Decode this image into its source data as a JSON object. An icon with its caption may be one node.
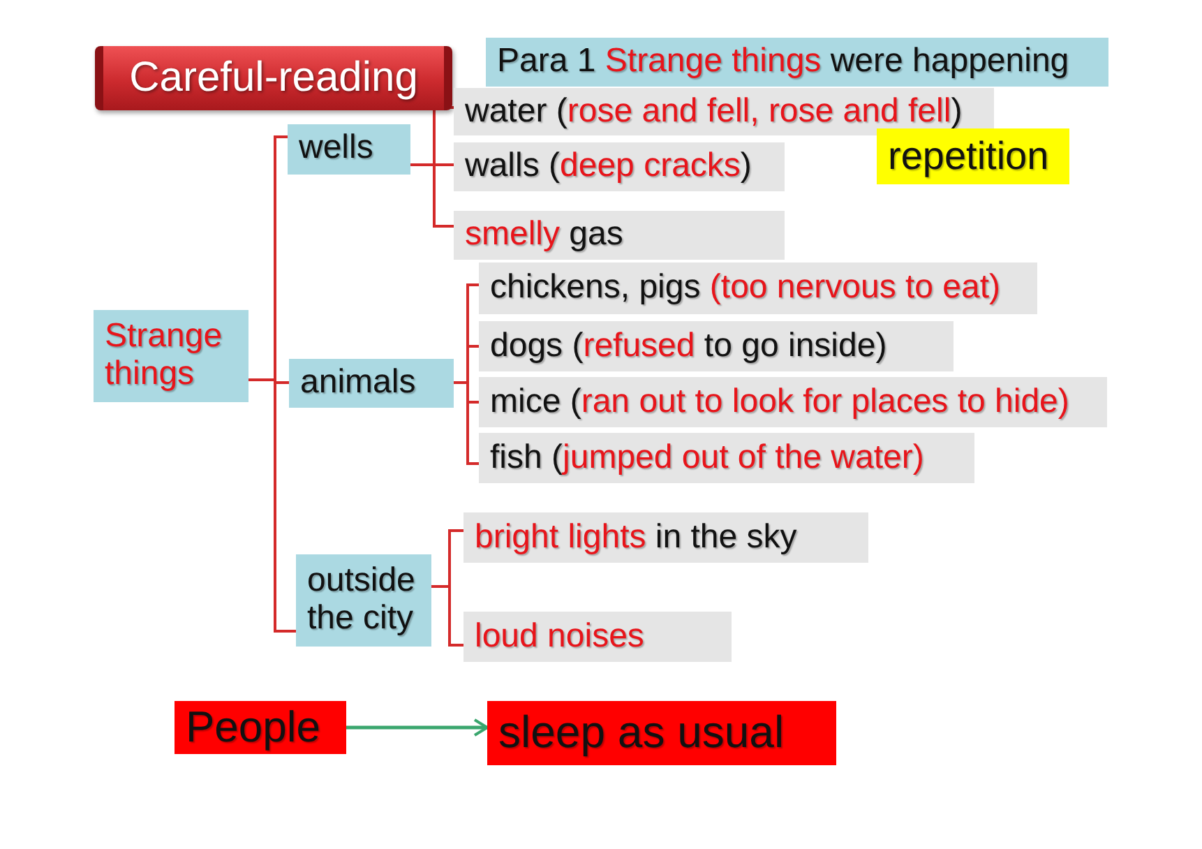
{
  "diagram": {
    "title": "Careful-reading",
    "nodes": [
      {
        "text": [
          "Para 1 *Strange things* were happening"
        ]
      },
      {
        "text": [
          "Strange things"
        ]
      },
      {
        "text": [
          "wells"
        ]
      },
      {
        "text": [
          "water (*rose and fell, rose and fell*)"
        ]
      },
      {
        "text": [
          "walls (*deep cracks*)"
        ]
      },
      {
        "text": [
          "*smelly* gas"
        ]
      },
      {
        "text": [
          "animals"
        ]
      },
      {
        "text": [
          "chickens, pigs *(too nervous to eat)*"
        ]
      },
      {
        "text": [
          "dogs (*refused* to go inside)"
        ]
      },
      {
        "text": [
          "mice (*ran out to look for places to hide)*"
        ]
      },
      {
        "text": [
          "fish (*jumped out of the water)*"
        ]
      },
      {
        "text": [
          "outside the city"
        ]
      },
      {
        "text": [
          "*bright lights* in the sky"
        ]
      },
      {
        "text": [
          "loud noises"
        ]
      },
      {
        "text": [
          "repetition"
        ]
      },
      {
        "text": [
          "People"
        ]
      },
      {
        "text": [
          "sleep as usual"
        ]
      }
    ],
    "edges": [
      {
        "from": 1,
        "to": 2,
        "arrow": "none"
      },
      {
        "from": 1,
        "to": 6,
        "arrow": "none"
      },
      {
        "from": 1,
        "to": 11,
        "arrow": "none"
      },
      {
        "from": 2,
        "to": 3,
        "arrow": "none"
      },
      {
        "from": 2,
        "to": 4,
        "arrow": "none"
      },
      {
        "from": 2,
        "to": 5,
        "arrow": "none"
      },
      {
        "from": 6,
        "to": 7,
        "arrow": "none"
      },
      {
        "from": 6,
        "to": 8,
        "arrow": "none"
      },
      {
        "from": 6,
        "to": 9,
        "arrow": "none"
      },
      {
        "from": 6,
        "to": 10,
        "arrow": "none"
      },
      {
        "from": 11,
        "to": 12,
        "arrow": "none"
      },
      {
        "from": 11,
        "to": 13,
        "arrow": "none"
      },
      {
        "from": 15,
        "to": 16,
        "arrow": "to",
        "color": "#3aa66e"
      }
    ]
  }
}
